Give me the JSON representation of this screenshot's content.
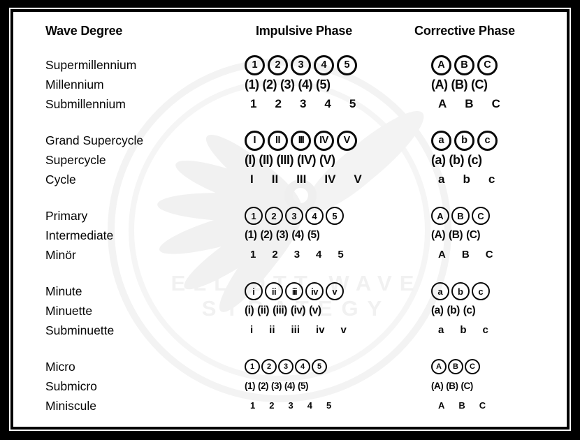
{
  "colors": {
    "frame": "#000000",
    "panel": "#ffffff",
    "ink": "#0a0a0a",
    "watermark": "#f1f1f1"
  },
  "header": {
    "wave_degree": "Wave Degree",
    "impulsive": "Impulsive Phase",
    "corrective": "Corrective Phase"
  },
  "watermark": {
    "line1": "ELLIOTT WAVE",
    "line2": "STRATEGY",
    "logo": "phoenix-wing-circle-logo"
  },
  "groups": [
    {
      "tier": "lg",
      "rows": [
        {
          "label": "Supermillennium",
          "impulsive": {
            "style": "circled",
            "items": [
              "1",
              "2",
              "3",
              "4",
              "5"
            ]
          },
          "corrective": {
            "style": "circled",
            "items": [
              "A",
              "B",
              "C"
            ]
          }
        },
        {
          "label": "Millennium",
          "impulsive": {
            "style": "paren",
            "items": [
              "(1)",
              "(2)",
              "(3)",
              "(4)",
              "(5)"
            ]
          },
          "corrective": {
            "style": "paren",
            "items": [
              "(A)",
              "(B)",
              "(C)"
            ]
          }
        },
        {
          "label": "Submillennium",
          "impulsive": {
            "style": "plain",
            "items": [
              "1",
              "2",
              "3",
              "4",
              "5"
            ]
          },
          "corrective": {
            "style": "plain",
            "items": [
              "A",
              "B",
              "C"
            ]
          }
        }
      ]
    },
    {
      "tier": "lg",
      "rows": [
        {
          "label": "Grand Supercycle",
          "impulsive": {
            "style": "circled",
            "items": [
              "I",
              "II",
              "III",
              "IV",
              "V"
            ]
          },
          "corrective": {
            "style": "circled",
            "items": [
              "a",
              "b",
              "c"
            ]
          }
        },
        {
          "label": "Supercycle",
          "impulsive": {
            "style": "paren",
            "items": [
              "(I)",
              "(II)",
              "(III)",
              "(IV)",
              "(V)"
            ]
          },
          "corrective": {
            "style": "paren",
            "items": [
              "(a)",
              "(b)",
              "(c)"
            ]
          }
        },
        {
          "label": "Cycle",
          "impulsive": {
            "style": "plain",
            "items": [
              "I",
              "II",
              "III",
              "IV",
              "V"
            ]
          },
          "corrective": {
            "style": "plain",
            "items": [
              "a",
              "b",
              "c"
            ]
          }
        }
      ]
    },
    {
      "tier": "md",
      "rows": [
        {
          "label": "Primary",
          "impulsive": {
            "style": "circled",
            "items": [
              "1",
              "2",
              "3",
              "4",
              "5"
            ]
          },
          "corrective": {
            "style": "circled",
            "items": [
              "A",
              "B",
              "C"
            ]
          }
        },
        {
          "label": "Intermediate",
          "impulsive": {
            "style": "paren",
            "items": [
              "(1)",
              "(2)",
              "(3)",
              "(4)",
              "(5)"
            ]
          },
          "corrective": {
            "style": "paren",
            "items": [
              "(A)",
              "(B)",
              "(C)"
            ]
          }
        },
        {
          "label": "Minör",
          "impulsive": {
            "style": "plain",
            "items": [
              "1",
              "2",
              "3",
              "4",
              "5"
            ]
          },
          "corrective": {
            "style": "plain",
            "items": [
              "A",
              "B",
              "C"
            ]
          }
        }
      ]
    },
    {
      "tier": "md",
      "rows": [
        {
          "label": "Minute",
          "impulsive": {
            "style": "circled",
            "items": [
              "i",
              "ii",
              "iii",
              "iv",
              "v"
            ]
          },
          "corrective": {
            "style": "circled",
            "items": [
              "a",
              "b",
              "c"
            ]
          }
        },
        {
          "label": "Minuette",
          "impulsive": {
            "style": "paren",
            "items": [
              "(i)",
              "(ii)",
              "(iii)",
              "(iv)",
              "(v)"
            ]
          },
          "corrective": {
            "style": "paren",
            "items": [
              "(a)",
              "(b)",
              "(c)"
            ]
          }
        },
        {
          "label": "Subminuette",
          "impulsive": {
            "style": "plain",
            "items": [
              "i",
              "ii",
              "iii",
              "iv",
              "v"
            ]
          },
          "corrective": {
            "style": "plain",
            "items": [
              "a",
              "b",
              "c"
            ]
          }
        }
      ]
    },
    {
      "tier": "sm",
      "rows": [
        {
          "label": "Micro",
          "impulsive": {
            "style": "circled",
            "items": [
              "1",
              "2",
              "3",
              "4",
              "5"
            ]
          },
          "corrective": {
            "style": "circled",
            "items": [
              "A",
              "B",
              "C"
            ]
          }
        },
        {
          "label": "Submicro",
          "impulsive": {
            "style": "paren",
            "items": [
              "(1)",
              "(2)",
              "(3)",
              "(4)",
              "(5)"
            ]
          },
          "corrective": {
            "style": "paren",
            "items": [
              "(A)",
              "(B)",
              "(C)"
            ]
          }
        },
        {
          "label": "Miniscule",
          "impulsive": {
            "style": "plain",
            "items": [
              "1",
              "2",
              "3",
              "4",
              "5"
            ]
          },
          "corrective": {
            "style": "plain",
            "items": [
              "A",
              "B",
              "C"
            ]
          }
        }
      ]
    }
  ]
}
